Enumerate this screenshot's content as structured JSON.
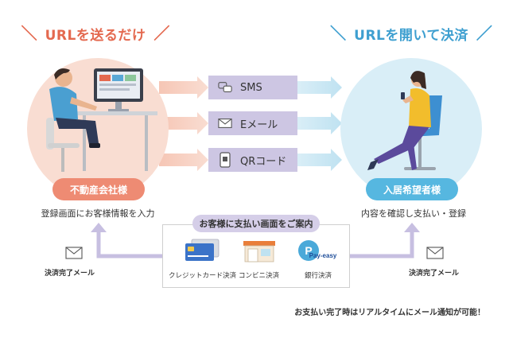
{
  "left": {
    "headline": "URLを送るだけ",
    "label": "不動産会社様",
    "caption": "登録画面にお客様情報を入力",
    "mail_label": "決済完了メール"
  },
  "right": {
    "headline": "URLを開いて決済",
    "label": "入居希望者様",
    "caption": "内容を確認し支払い・登録",
    "mail_label": "決済完了メール"
  },
  "channels": [
    {
      "label": "SMS",
      "icon": "chat-bubbles-icon"
    },
    {
      "label": "Eメール",
      "icon": "envelope-icon"
    },
    {
      "label": "QRコード",
      "icon": "qr-phone-icon"
    }
  ],
  "payment": {
    "title": "お客様に支払い画面をご案内",
    "methods": [
      {
        "label": "クレジットカード決済",
        "icon": "credit-cards-icon"
      },
      {
        "label": "コンビニ決済",
        "icon": "convenience-store-icon"
      },
      {
        "label": "銀行決済",
        "icon": "pay-easy-logo",
        "logo_text": "Pay-easy"
      }
    ]
  },
  "footnote": "お支払い完了時はリアルタイムにメール通知が可能！",
  "colors": {
    "accent_left": "#e4694f",
    "accent_right": "#3e9fd0",
    "channel_bg": "#cdc6e3",
    "flow_line": "#a99fd0"
  }
}
